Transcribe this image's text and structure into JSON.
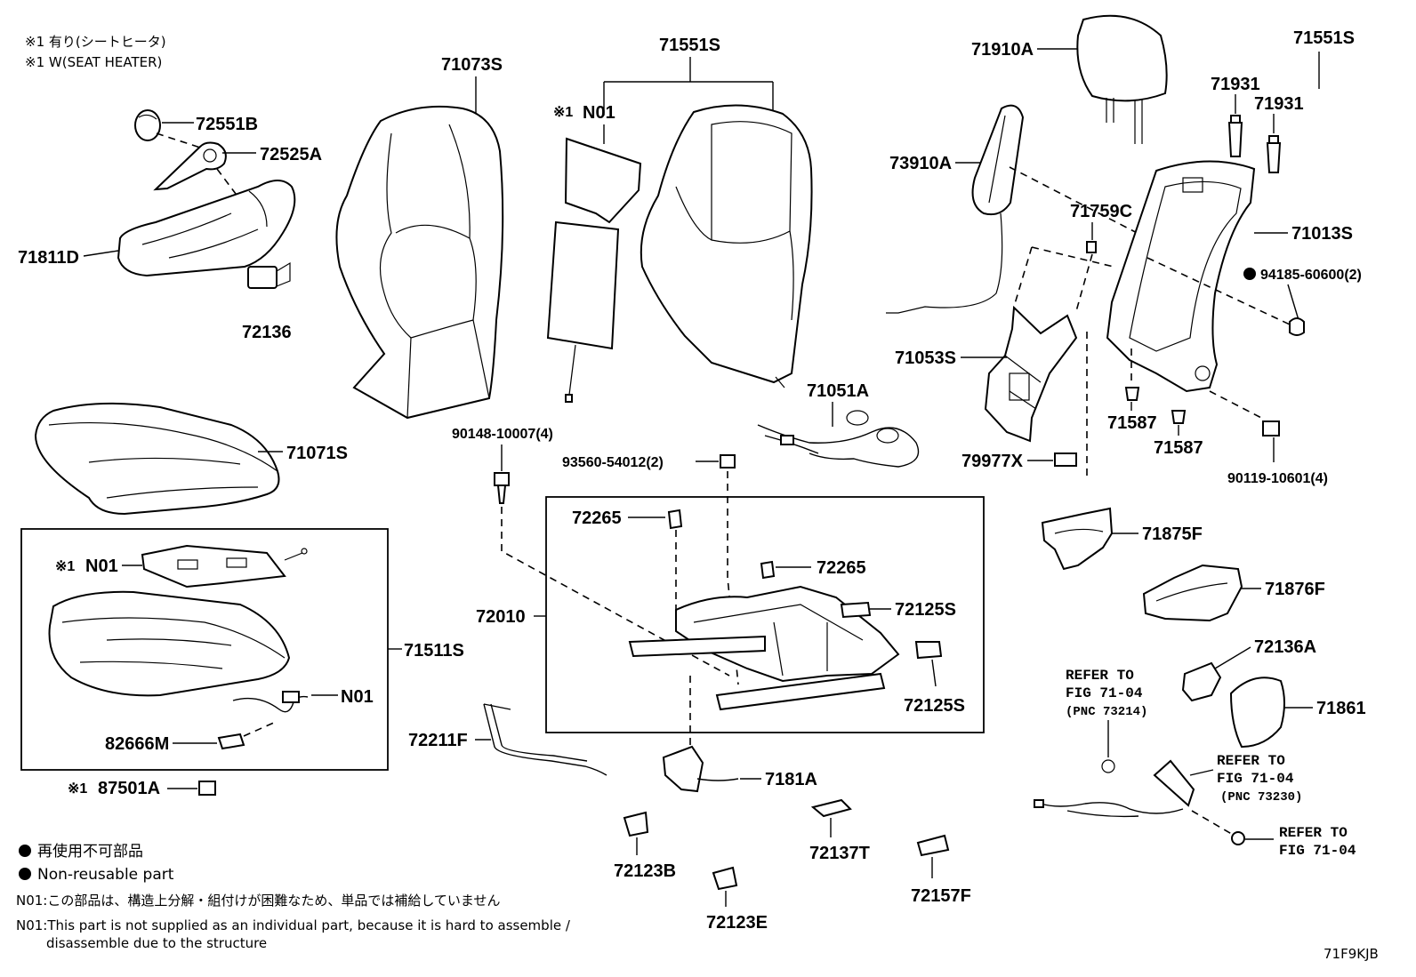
{
  "notes_top": {
    "line1": "※1 有り(シートヒータ)",
    "line2": "※1 W(SEAT HEATER)"
  },
  "parts": {
    "p71073S": "71073S",
    "p71551S_a": "71551S",
    "p71551S_b": "71551S",
    "pN01_top": "N01",
    "pN01_top_mark": "※1",
    "p71910A": "71910A",
    "p71931_a": "71931",
    "p71931_b": "71931",
    "p72551B": "72551B",
    "p72525A": "72525A",
    "p71811D": "71811D",
    "p72136": "72136",
    "p73910A": "73910A",
    "p71759C": "71759C",
    "p71013S": "71013S",
    "p94185": "94185-60600(2)",
    "p71053S": "71053S",
    "p71051A": "71051A",
    "p71587_a": "71587",
    "p71587_b": "71587",
    "p79977X": "79977X",
    "p90119": "90119-10601(4)",
    "p71071S": "71071S",
    "p90148": "90148-10007(4)",
    "p93560": "93560-54012(2)",
    "p72265_a": "72265",
    "p72265_b": "72265",
    "p72125S_a": "72125S",
    "p72125S_b": "72125S",
    "p72010": "72010",
    "p71875F": "71875F",
    "p71876F": "71876F",
    "pN01_mid": "N01",
    "pN01_mid_mark": "※1",
    "p71511S": "71511S",
    "pN01_low": "N01",
    "p82666M": "82666M",
    "p87501A": "87501A",
    "p87501A_mark": "※1",
    "p72211F": "72211F",
    "p7181A": "7181A",
    "p72136A": "72136A",
    "p71861": "71861",
    "p72123B": "72123B",
    "p72137T": "72137T",
    "p72157F": "72157F",
    "p72123E": "72123E"
  },
  "refs": {
    "ref1_l1": "REFER TO",
    "ref1_l2": "FIG 71-04",
    "ref1_l3": "(PNC 73214)",
    "ref2_l1": "REFER TO",
    "ref2_l2": "FIG 71-04",
    "ref2_l3": "(PNC 73230)",
    "ref3_l1": "REFER TO",
    "ref3_l2": "FIG 71-04"
  },
  "legend": {
    "jp": "再使用不可部品",
    "en": "Non-reusable part"
  },
  "footnotes": {
    "jp": "N01:この部品は、構造上分解・組付けが困難なため、単品では補給していません",
    "en1": "N01:This part is not supplied as an individual part, because it is hard to assemble /",
    "en2": "disassemble due to the structure"
  },
  "figure_code": "71F9KJB"
}
